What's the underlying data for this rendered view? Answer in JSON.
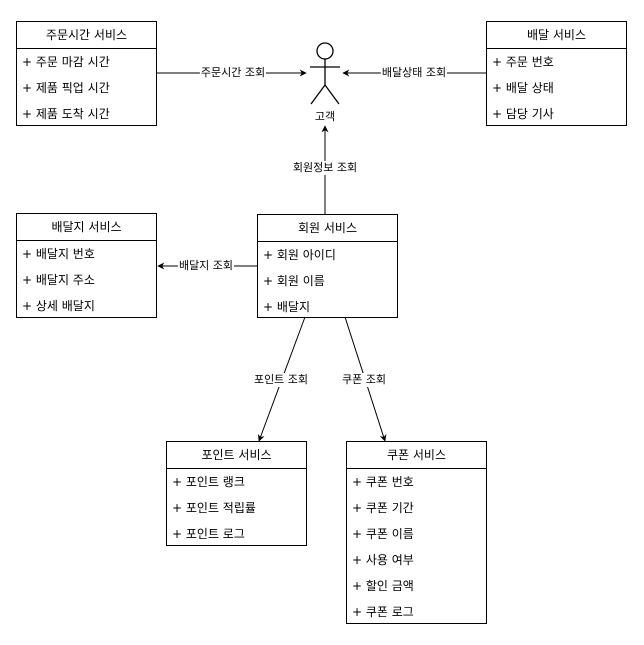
{
  "boxes": {
    "order_time": {
      "title": "주문시간 서비스",
      "items": [
        "+ 주문 마감 시간",
        "+ 제품 픽업 시간",
        "+ 제품 도착 시간"
      ]
    },
    "delivery": {
      "title": "배달 서비스",
      "items": [
        "+ 주문 번호",
        "+ 배달 상태",
        "+ 담당 기사"
      ]
    },
    "address": {
      "title": "배달지 서비스",
      "items": [
        "+ 배달지 번호",
        "+ 배달지 주소",
        "+ 상세 배달지"
      ]
    },
    "member": {
      "title": "회원 서비스",
      "items": [
        "+ 회원 아이디",
        "+ 회원 이름",
        "+ 배달지"
      ]
    },
    "point": {
      "title": "포인트 서비스",
      "items": [
        "+ 포인트 랭크",
        "+ 포인트 적립률",
        "+ 포인트 로그"
      ]
    },
    "coupon": {
      "title": "쿠폰 서비스",
      "items": [
        "+ 쿠폰 번호",
        "+ 쿠폰 기간",
        "+ 쿠폰 이름",
        "+ 사용 여부",
        "+ 할인 금액",
        "+ 쿠폰 로그"
      ]
    }
  },
  "actor": {
    "label": "고객"
  },
  "edges": {
    "order_time_query": "주문시간 조회",
    "delivery_status_query": "배달상태 조회",
    "member_info_query": "회원정보 조회",
    "address_query": "배달지 조회",
    "point_query": "포인트 조회",
    "coupon_query": "쿠폰 조회"
  }
}
